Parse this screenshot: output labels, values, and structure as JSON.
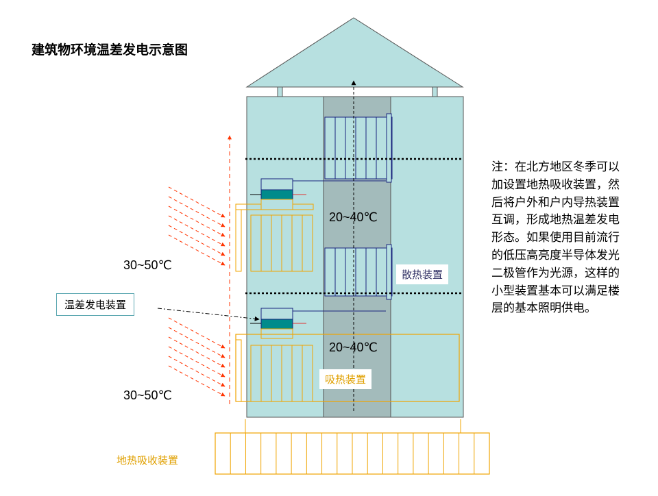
{
  "title": "建筑物环境温差发电示意图",
  "labels": {
    "inner_temp_upper": "20~40℃",
    "inner_temp_lower": "20~40℃",
    "outer_temp_upper": "30~50℃",
    "outer_temp_lower": "30~50℃",
    "generator": "温差发电装置",
    "heat_dissipation": "散热装置",
    "heat_absorption": "吸热装置",
    "geothermal_absorption": "地热吸收装置"
  },
  "note": "注：在北方地区冬季可以加设置地热吸收装置，然后将户外和户内导热装置互调，形成地热温差发电形态。如果使用目前流行的低压高亮度半导体发光二极管作为光源，这样的小型装置基本可以满足楼层的基本照明供电。",
  "colors": {
    "building_fill": "#b7e0e0",
    "core_fill": "#a3bbbb",
    "radiator_stroke": "#1a237e",
    "absorber_stroke": "#f0a400",
    "generator_fill": "#008b8b",
    "arrow_red": "#ff3300"
  }
}
